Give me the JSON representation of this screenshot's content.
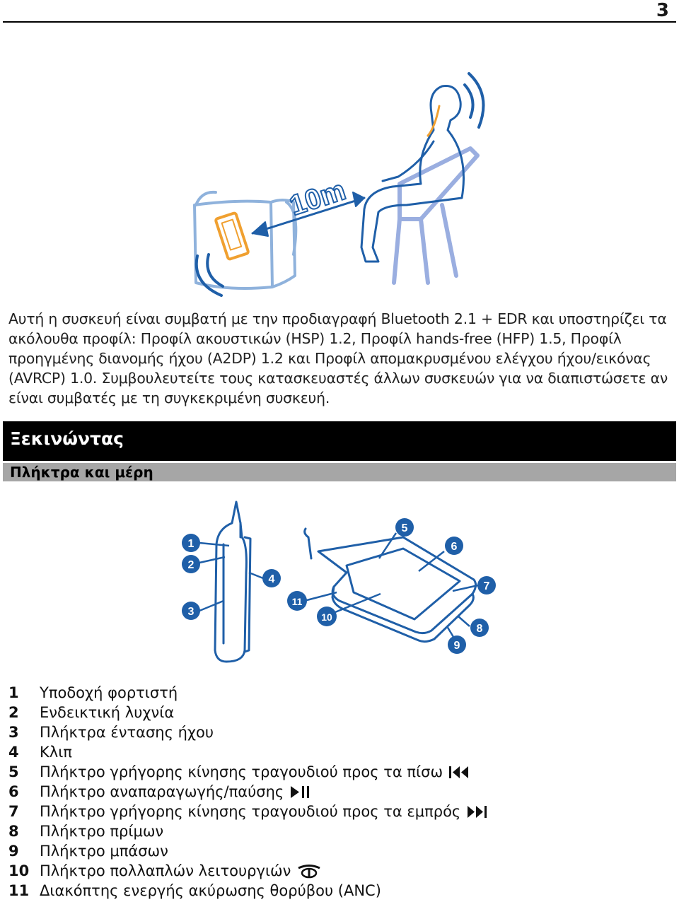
{
  "page_number": "3",
  "illustration": {
    "distance_label": "10m"
  },
  "intro": "Αυτή η συσκευή είναι συμβατή με την προδιαγραφή Bluetooth 2.1 + EDR και υποστηρίζει τα ακόλουθα προφίλ: Προφίλ ακουστικών (HSP) 1.2, Προφίλ hands-free (HFP) 1.5, Προφίλ προηγμένης διανομής ήχου (A2DP) 1.2 και Προφίλ απομακρυσμένου ελέγχου ήχου/εικόνας (AVRCP) 1.0. Συμβουλευτείτε τους κατασκευαστές άλλων συσκευών για να διαπιστώσετε αν είναι συμβατές με τη συγκεκριμένη συσκευή.",
  "section": {
    "title": "Ξεκινώντας",
    "subtitle": "Πλήκτρα και μέρη"
  },
  "diagram": {
    "callouts": [
      "1",
      "2",
      "3",
      "4",
      "5",
      "6",
      "7",
      "8",
      "9",
      "10",
      "11"
    ]
  },
  "parts": [
    {
      "num": "1",
      "label": "Υποδοχή φορτιστή"
    },
    {
      "num": "2",
      "label": "Ενδεικτική λυχνία"
    },
    {
      "num": "3",
      "label": "Πλήκτρα έντασης ήχου"
    },
    {
      "num": "4",
      "label": "Κλιπ"
    },
    {
      "num": "5",
      "label": "Πλήκτρο γρήγορης κίνησης τραγουδιού προς τα πίσω",
      "icon": "rewind-icon"
    },
    {
      "num": "6",
      "label": "Πλήκτρο αναπαραγωγής/παύσης",
      "icon": "play-pause-icon"
    },
    {
      "num": "7",
      "label": "Πλήκτρο γρήγορης κίνησης τραγουδιού προς τα εμπρός",
      "icon": "fast-forward-icon"
    },
    {
      "num": "8",
      "label": "Πλήκτρο πρίμων"
    },
    {
      "num": "9",
      "label": "Πλήκτρο μπάσων"
    },
    {
      "num": "10",
      "label": "Πλήκτρο πολλαπλών λειτουργιών",
      "icon": "multifunction-key-icon"
    },
    {
      "num": "11",
      "label": "Διακόπτης ενεργής ακύρωσης θορύβου (ANC)"
    }
  ],
  "colors": {
    "line_blue": "#1f5fa8",
    "light_blue": "#8fb2dc",
    "accent_orange": "#f0a030",
    "chair": "#9aaee0"
  }
}
